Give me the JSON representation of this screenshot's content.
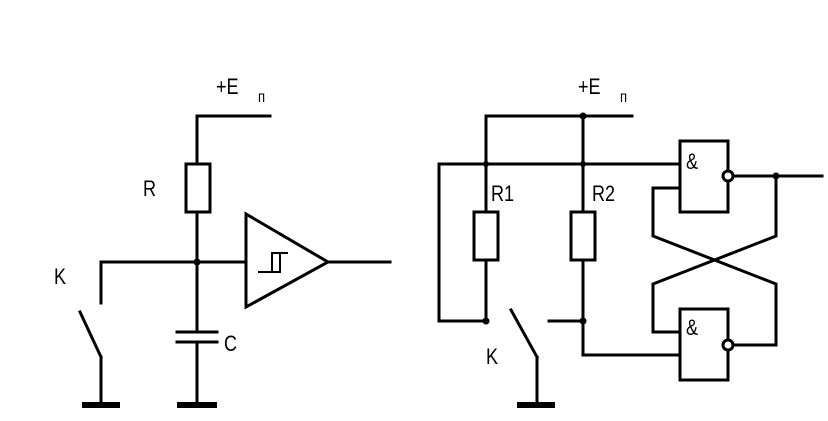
{
  "left_circuit": {
    "supply_label": "+E",
    "supply_sub": "п",
    "resistor_label": "R",
    "capacitor_label": "C",
    "switch_label": "K"
  },
  "right_circuit": {
    "supply_label": "+E",
    "supply_sub": "п",
    "resistor1_label": "R1",
    "resistor2_label": "R2",
    "switch_label": "K",
    "gate_top_symbol": "&",
    "gate_bottom_symbol": "&"
  }
}
